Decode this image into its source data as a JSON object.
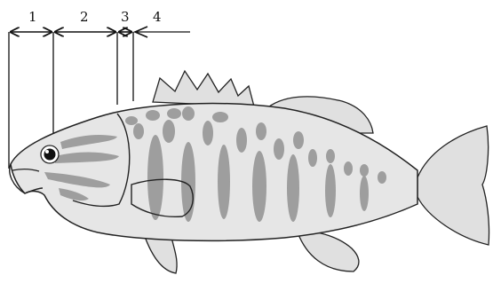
{
  "figure": {
    "labels": [
      "1",
      "2",
      "3",
      "4"
    ]
  },
  "colors": {
    "body_fill": "#e6e6e6",
    "fin_fill": "#e0e0e0",
    "marking": "#9e9e9e",
    "outline": "#222222"
  }
}
